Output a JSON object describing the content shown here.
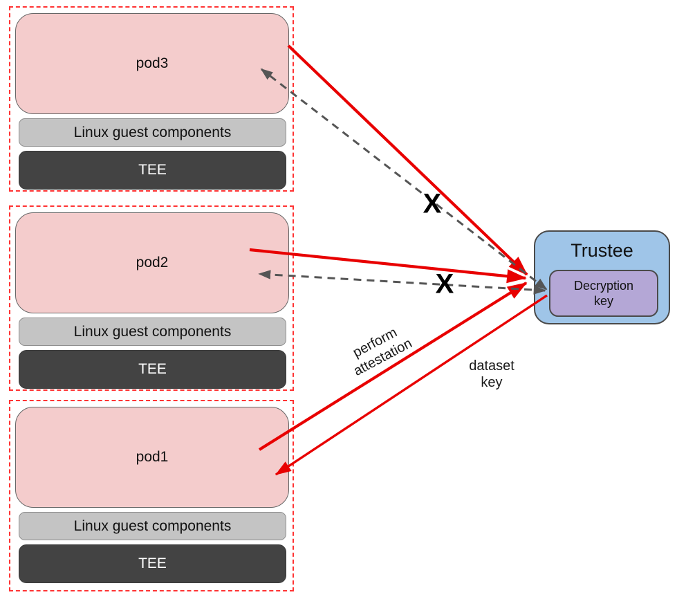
{
  "diagram": {
    "pods": [
      {
        "name": "pod3",
        "components": "Linux guest components",
        "tee": "TEE"
      },
      {
        "name": "pod2",
        "components": "Linux guest components",
        "tee": "TEE"
      },
      {
        "name": "pod1",
        "components": "Linux guest components",
        "tee": "TEE"
      }
    ],
    "trustee": {
      "title": "Trustee",
      "key_label": "Decryption\nkey"
    },
    "edge_labels": {
      "perform_attestation": "perform\nattestation",
      "dataset_key": "dataset\nkey"
    },
    "reject_marks": {
      "pod3": "X",
      "pod2": "X"
    },
    "colors": {
      "pod_fill": "#f4cccc",
      "components_fill": "#c4c4c4",
      "tee_fill": "#434343",
      "trustee_fill": "#9fc5e8",
      "decryption_key_fill": "#b4a7d6",
      "arrow_red": "#e80000",
      "arrow_gray": "#555555",
      "group_border_red": "#ff3333"
    }
  }
}
